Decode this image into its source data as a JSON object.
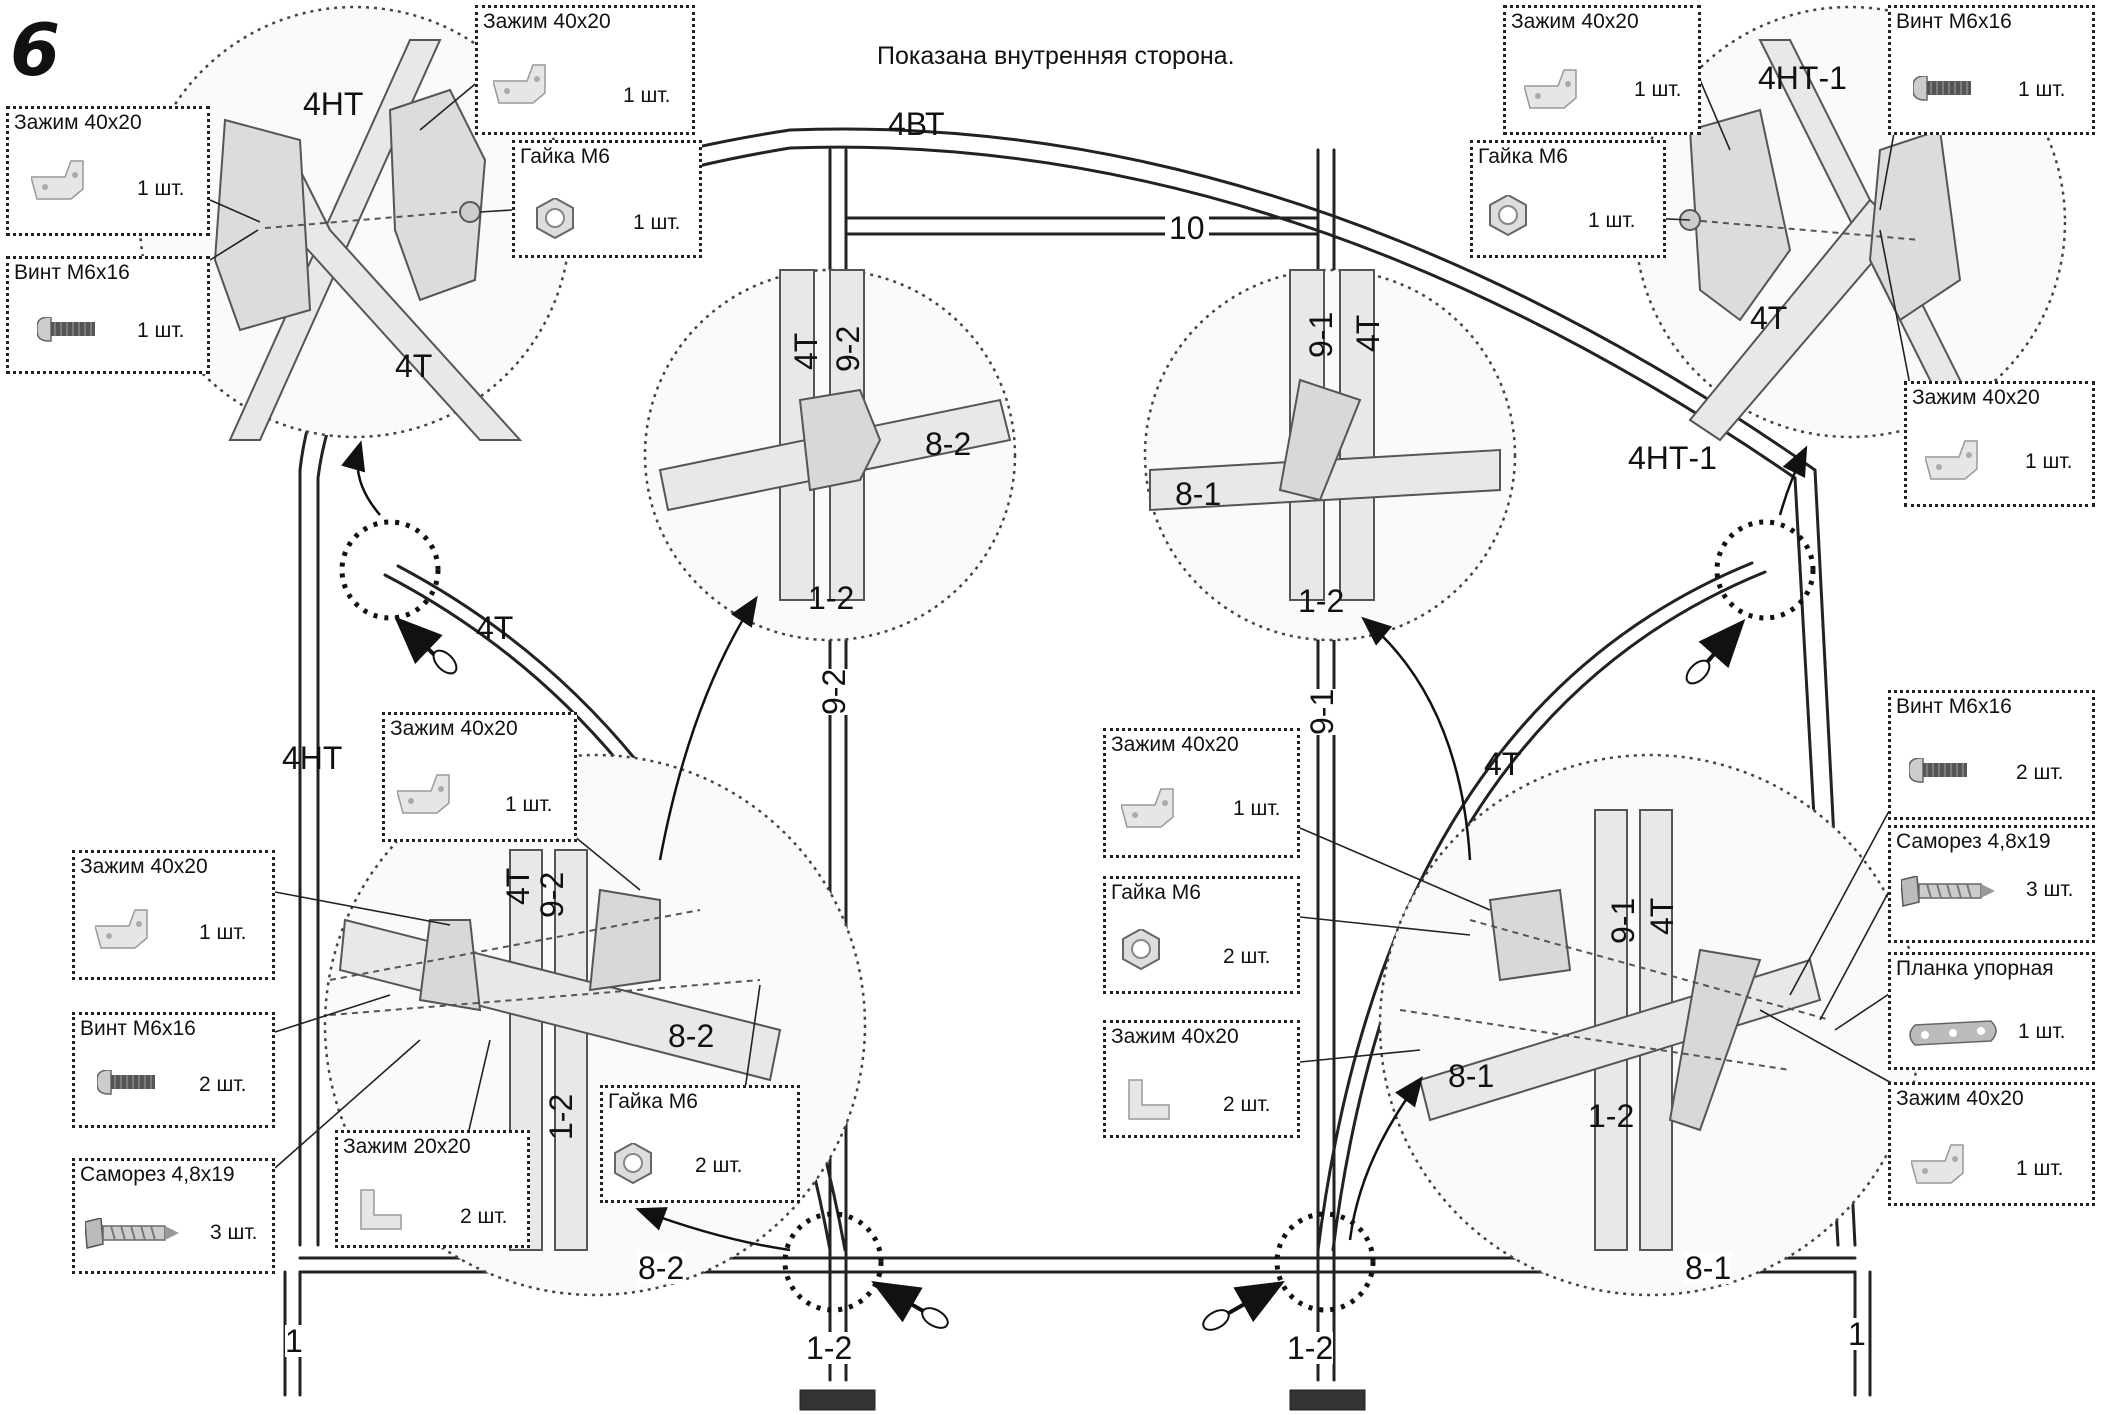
{
  "step_number": "6",
  "note": "Показана внутренняя сторона.",
  "frame_labels": {
    "arch_top": "4ВТ",
    "crossbar": "10",
    "left_outer_arch": "4НТ",
    "left_inner_arch": "4Т",
    "right_outer_arch": "4НТ-1",
    "right_inner_arch": "4Т",
    "left_post": "9-2",
    "right_post": "9-1",
    "left_bottom_bar": "8-2",
    "right_bottom_bar": "8-1",
    "left_leg": "1",
    "right_leg": "1",
    "left_base": "1-2",
    "right_base": "1-2"
  },
  "detail_labels": {
    "top_left": [
      "4НТ",
      "4Т"
    ],
    "top_right": [
      "4НТ-1",
      "4Т"
    ],
    "center_left": [
      "4Т",
      "9-2",
      "8-2",
      "1-2"
    ],
    "center_right": [
      "9-1",
      "4Т",
      "8-1",
      "1-2"
    ],
    "bottom_left": [
      "4Т",
      "9-2",
      "8-2",
      "1-2"
    ],
    "bottom_right": [
      "9-1",
      "4Т",
      "8-1",
      "1-2"
    ]
  },
  "parts": {
    "tl_clamp_top": {
      "name": "Зажим 40х20",
      "qty": "1 шт."
    },
    "tl_clamp_left": {
      "name": "Зажим 40х20",
      "qty": "1 шт."
    },
    "tl_bolt": {
      "name": "Винт М6х16",
      "qty": "1 шт."
    },
    "tl_nut": {
      "name": "Гайка М6",
      "qty": "1 шт."
    },
    "tr_clamp_top": {
      "name": "Зажим 40х20",
      "qty": "1 шт."
    },
    "tr_nut": {
      "name": "Гайка М6",
      "qty": "1 шт."
    },
    "tr_bolt": {
      "name": "Винт М6х16",
      "qty": "1 шт."
    },
    "tr_clamp_right": {
      "name": "Зажим 40х20",
      "qty": "1 шт."
    },
    "bl_clamp_mid": {
      "name": "Зажим 40х20",
      "qty": "1 шт."
    },
    "bl_clamp_left": {
      "name": "Зажим 40х20",
      "qty": "1 шт."
    },
    "bl_bolt": {
      "name": "Винт М6х16",
      "qty": "2 шт."
    },
    "bl_screw": {
      "name": "Саморез 4,8х19",
      "qty": "3 шт."
    },
    "bl_clamp_small": {
      "name": "Зажим 20х20",
      "qty": "2 шт."
    },
    "bl_nut": {
      "name": "Гайка М6",
      "qty": "2 шт."
    },
    "br_clamp_a": {
      "name": "Зажим 40х20",
      "qty": "1 шт."
    },
    "br_nut": {
      "name": "Гайка М6",
      "qty": "2 шт."
    },
    "br_clamp_b": {
      "name": "Зажим 40х20",
      "qty": "2 шт."
    },
    "br_bolt": {
      "name": "Винт М6х16",
      "qty": "2 шт."
    },
    "br_screw": {
      "name": "Саморез 4,8х19",
      "qty": "3 шт."
    },
    "br_plate": {
      "name": "Планка упорная",
      "qty": "1 шт."
    },
    "br_clamp_c": {
      "name": "Зажим 40х20",
      "qty": "1 шт."
    }
  }
}
